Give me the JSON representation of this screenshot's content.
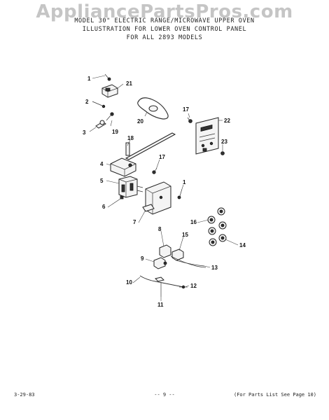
{
  "watermark": "AppliancePartsPros.com",
  "heading": {
    "line1": "MODEL 30\" ELECTRIC RANGE/MICROWAVE UPPER OVEN",
    "line2": "ILLUSTRATION FOR LOWER OVEN CONTROL PANEL",
    "line3": "FOR ALL 2893 MODELS"
  },
  "callouts": [
    "1",
    "21",
    "2",
    "20",
    "17",
    "22",
    "3",
    "19",
    "18",
    "23",
    "4",
    "17",
    "5",
    "1",
    "6",
    "7",
    "16",
    "8",
    "15",
    "14",
    "9",
    "13",
    "10",
    "12",
    "11"
  ],
  "footer": {
    "date": "3-29-83",
    "page": "-- 9 --",
    "note": "(For Parts List See Page 10)"
  }
}
